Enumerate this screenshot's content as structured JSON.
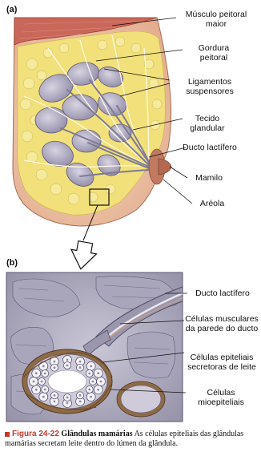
{
  "panel_a": {
    "letter": "(a)",
    "labels": {
      "pectoral_muscle": "Músculo peitoral maior",
      "pectoral_fat": "Gordura peitoral",
      "suspensory_ligaments": "Ligamentos suspensores",
      "glandular_tissue": "Tecido glandular",
      "lactiferous_duct": "Ducto lactífero",
      "nipple": "Mamilo",
      "areola": "Aréola"
    }
  },
  "panel_b": {
    "letter": "(b)",
    "labels": {
      "lactiferous_duct": "Ducto lactífero",
      "duct_muscle_cells": "Células musculares da parede do ducto",
      "secretory_cells": "Células epiteliais secretoras de leite",
      "myoepithelial_cells": "Células mioepiteliais"
    }
  },
  "caption": {
    "figure_label": "Figura 24-22",
    "title": "Glândulas mamárias",
    "text": "As células epiteliais das glândulas mamárias secretam leite dentro do lúmen da glândula."
  },
  "colors": {
    "skin": "#f0c8a8",
    "fat": "#f2e07a",
    "gland": "#b9b4c4",
    "muscle": "#c9685a",
    "duct": "#8c8aa0",
    "figure_red": "#c0392b"
  }
}
